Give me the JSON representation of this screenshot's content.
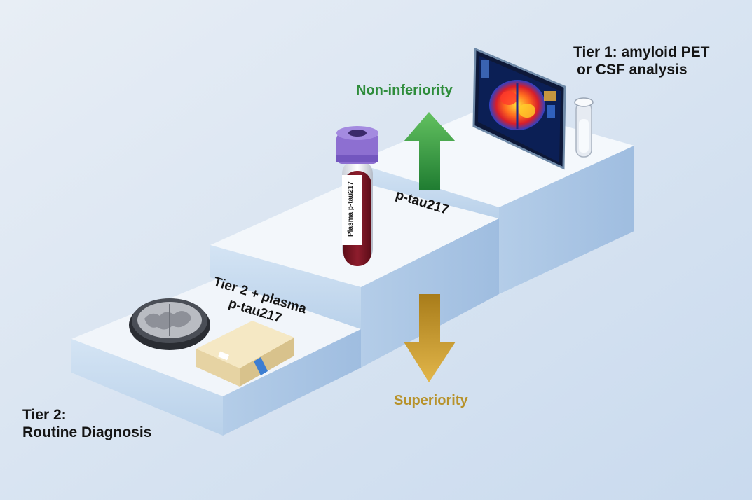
{
  "labels": {
    "tier2_line1": "Tier 2:",
    "tier2_line2": "Routine Diagnosis",
    "tier1_line1": "Tier 1: amyloid PET",
    "tier1_line2": "or CSF analysis",
    "mid_step_line1": "Tier 2 + plasma",
    "mid_step_line2": "p-tau217",
    "upper_step": "p-tau217",
    "up_arrow": "Non-inferiority",
    "down_arrow": "Superiority",
    "tube_label": "Plasma p-tau217"
  },
  "colors": {
    "non_inferiority": "#2f8d3c",
    "superiority": "#b7922b",
    "tube_cap": "#8d6fd1",
    "blood": "#7c1525",
    "step_top": "#f2f6fb",
    "step_front": "#c9dcef"
  },
  "icons": {
    "mri_disc": "brain-mri-icon",
    "folder": "patient-folder-icon",
    "tube": "blood-tube-icon",
    "pet_scan": "pet-scan-monitor-icon",
    "csf_tube": "csf-tube-icon"
  }
}
